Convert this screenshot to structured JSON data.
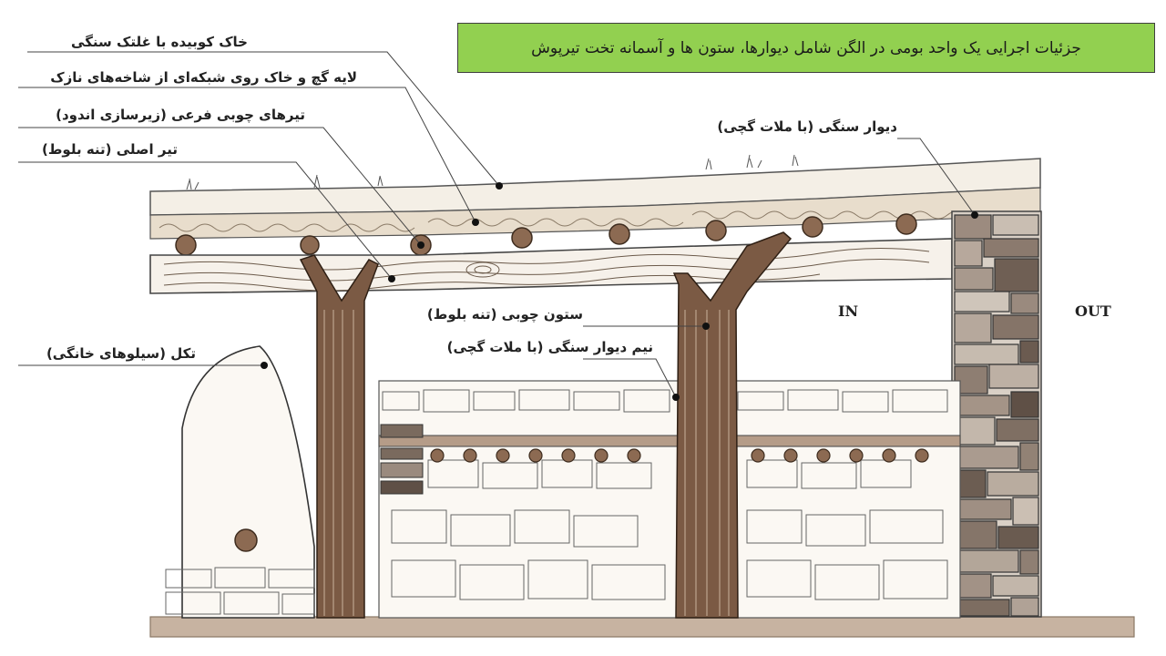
{
  "title": "جزئیات اجرایی یک واحد بومی در الگن شامل دیوارها، ستون ها و آسمانه تخت تیرپوش",
  "labels": {
    "soil": "خاک کوبیده با غلتک سنگی",
    "gypsum": "لایه گچ و خاک روی شبکه‌ای از شاخه‌های نازک",
    "joists": "تیرهای چوبی فرعی (زیرسازی اندود)",
    "main_beam": "تیر اصلی (تنه بلوط)",
    "stone_wall": "دیوار سنگی (با ملات گچی)",
    "column": "ستون چوبی (تنه بلوط)",
    "half_wall": "نیم دیوار سنگی (با ملات گچی)",
    "silo": "تکل (سیلوهای خانگی)"
  },
  "side_in": "IN",
  "side_out": "OUT",
  "colors": {
    "title_bg": "#92d050",
    "wood": "#6b4a33",
    "stone_dark": "#7a6a5e",
    "ink": "#333333"
  }
}
